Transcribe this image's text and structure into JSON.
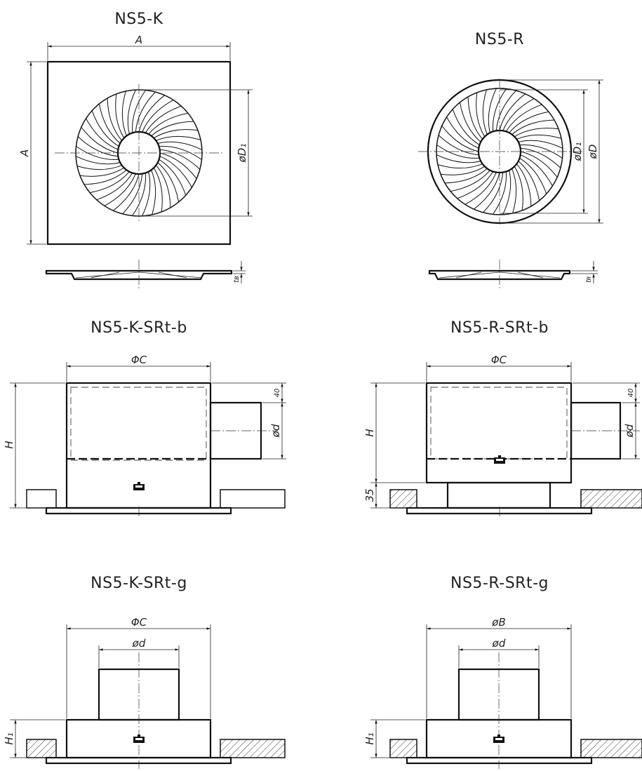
{
  "views": {
    "k_plan": {
      "title": "NS5-K",
      "dim_width": "A",
      "dim_height": "A",
      "dim_inner": "øD₁"
    },
    "r_plan": {
      "title": "NS5-R",
      "dim_inner": "øD₁",
      "dim_outer": "øD"
    },
    "k_side": {
      "dim_thickness": "tʙ"
    },
    "r_side": {
      "dim_thickness": "tʀ"
    },
    "k_srtb": {
      "title": "NS5-K-SRt-b",
      "dim_top": "ΦC",
      "dim_height": "H",
      "dim_offset": "40",
      "dim_spigot": "ød"
    },
    "r_srtb": {
      "title": "NS5-R-SRt-b",
      "dim_top": "ΦC",
      "dim_height": "H",
      "dim_offset": "40",
      "dim_spigot": "ød",
      "dim_plenum": "35"
    },
    "k_srtg": {
      "title": "NS5-K-SRt-g",
      "dim_top": "ΦC",
      "dim_spigot": "ød",
      "dim_height": "H₁"
    },
    "r_srtg": {
      "title": "NS5-R-SRt-g",
      "dim_top": "øB",
      "dim_spigot": "ød",
      "dim_height": "H₁"
    }
  },
  "colors": {
    "line": "#111111",
    "background": "#ffffff"
  }
}
